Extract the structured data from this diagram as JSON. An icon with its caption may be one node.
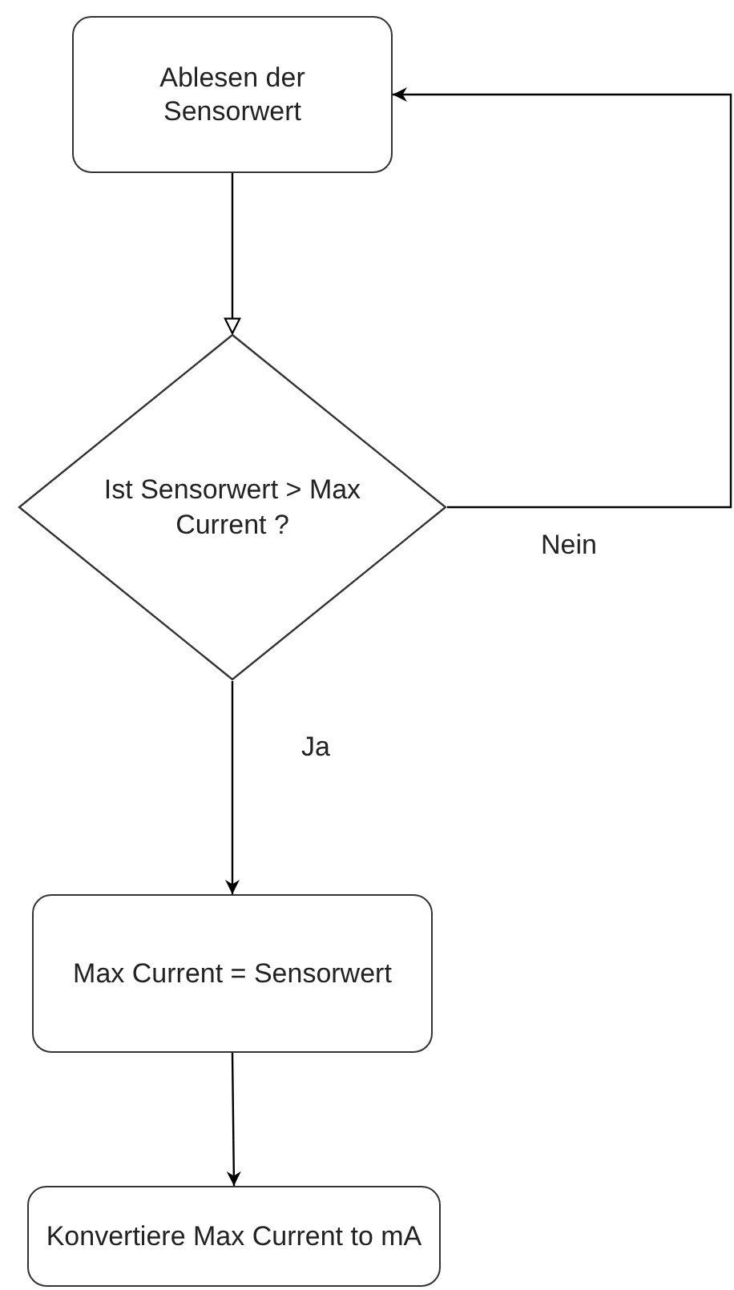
{
  "diagram": {
    "nodes": [
      {
        "text": [
          "Ablesen der Sensorwert"
        ]
      },
      {
        "text": [
          "Ist Sensorwert > Max Current ?"
        ]
      },
      {
        "text": [
          "Max Current = Sensorwert"
        ]
      },
      {
        "text": [
          "Konvertiere Max Current to mA"
        ]
      }
    ],
    "edges": [
      {
        "from": 0,
        "to": 1,
        "arrow": "to"
      },
      {
        "from": 1,
        "to": 2,
        "arrow": "to",
        "label": "Ja"
      },
      {
        "from": 2,
        "to": 3,
        "arrow": "to"
      },
      {
        "from": 1,
        "to": 0,
        "arrow": "to",
        "label": "Nein"
      }
    ]
  }
}
